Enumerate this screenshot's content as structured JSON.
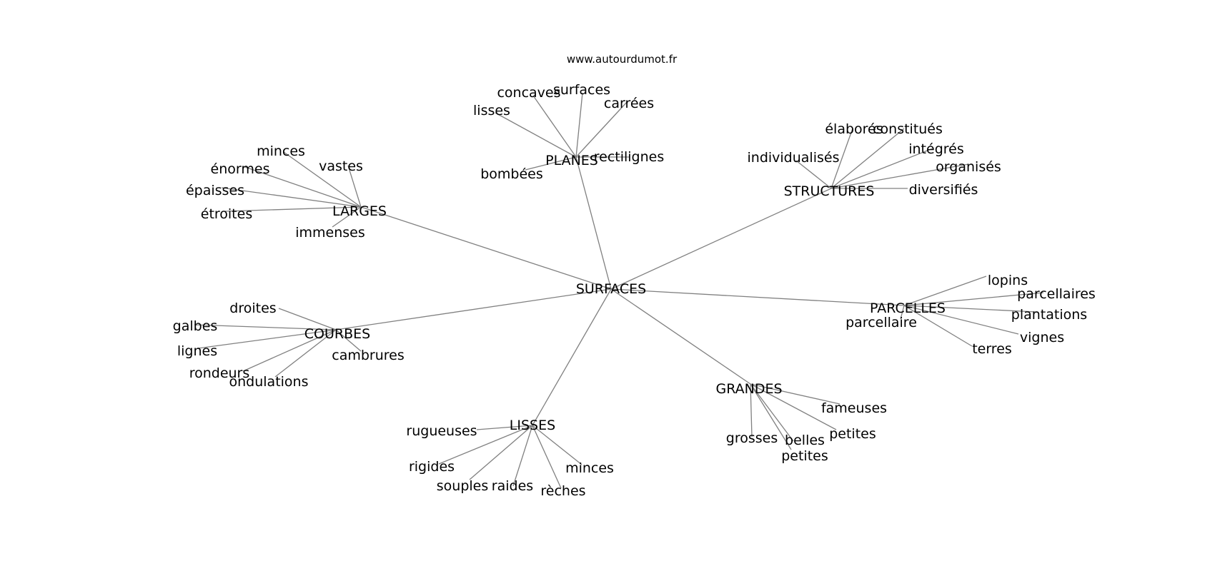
{
  "watermark": "www.autourdumot.fr",
  "mindmap": {
    "root": "SURFACES",
    "branches": [
      {
        "label": "PLANES",
        "leaves": [
          "concaves",
          "surfaces",
          "lisses",
          "carrées",
          "rectilignes",
          "bombées"
        ]
      },
      {
        "label": "STRUCTURES",
        "leaves": [
          "élaborés",
          "constitués",
          "individualisés",
          "intégrés",
          "organisés",
          "diversifiés"
        ]
      },
      {
        "label": "LARGES",
        "leaves": [
          "minces",
          "vastes",
          "énormes",
          "épaisses",
          "étroites",
          "immenses"
        ]
      },
      {
        "label": "PARCELLES",
        "leaves": [
          "lopins",
          "parcellaires",
          "plantations",
          "parcellaire",
          "vignes",
          "terres"
        ]
      },
      {
        "label": "COURBES",
        "leaves": [
          "droites",
          "galbes",
          "lignes",
          "rondeurs",
          "ondulations",
          "cambrures"
        ]
      },
      {
        "label": "GRANDES",
        "leaves": [
          "fameuses",
          "petites",
          "grosses",
          "belles",
          "petites"
        ]
      },
      {
        "label": "LISSES",
        "leaves": [
          "rugueuses",
          "rigides",
          "souples",
          "raides",
          "rèches",
          "minces"
        ]
      }
    ]
  },
  "colors": {
    "edge": "#808080",
    "text": "#000000",
    "background": "#ffffff"
  }
}
